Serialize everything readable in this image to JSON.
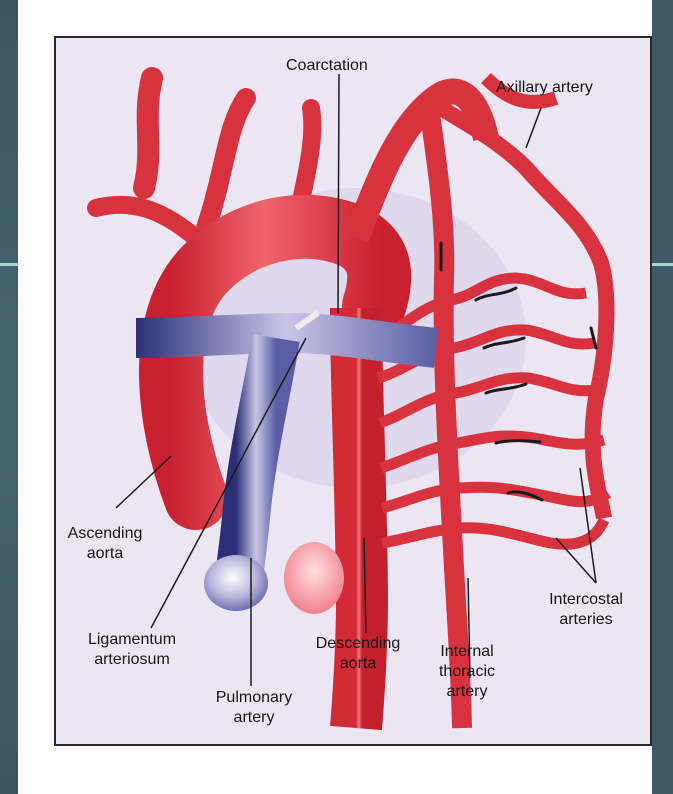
{
  "labels": {
    "coarctation": "Coarctation",
    "axillary": "Axillary artery",
    "ascending_1": "Ascending",
    "ascending_2": "aorta",
    "ligamentum_1": "Ligamentum",
    "ligamentum_2": "arteriosum",
    "pulmonary_1": "Pulmonary",
    "pulmonary_2": "artery",
    "descending_1": "Descending",
    "descending_2": "aorta",
    "internal_1": "Internal",
    "internal_2": "thoracic",
    "internal_3": "artery",
    "intercostal_1": "Intercostal",
    "intercostal_2": "arteries"
  },
  "colors": {
    "artery": "#e03a44",
    "artery_light": "#f08a8f",
    "vein": "#3a3f88",
    "vein_light": "#b6b2da",
    "background": "#ece6f2"
  }
}
